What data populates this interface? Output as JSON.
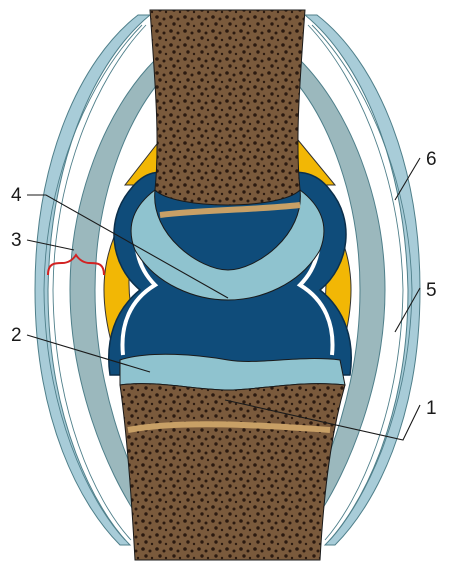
{
  "labels": [
    {
      "id": "1",
      "text": "1"
    },
    {
      "id": "2",
      "text": "2"
    },
    {
      "id": "3",
      "text": "3"
    },
    {
      "id": "4",
      "text": "4"
    },
    {
      "id": "5",
      "text": "5"
    },
    {
      "id": "6",
      "text": "6"
    }
  ],
  "colors": {
    "bone_fill": "#7a5a3c",
    "bone_pore": "#2b1a10",
    "cartilage": "#8fc3cf",
    "joint_cavity": "#0f4c7a",
    "fat_pads": "#f2b705",
    "capsule_inner": "#9bb8bd",
    "capsule_outer": "#a8ccd8",
    "growth_line": "#c8a066",
    "bracket": "#d22222"
  }
}
